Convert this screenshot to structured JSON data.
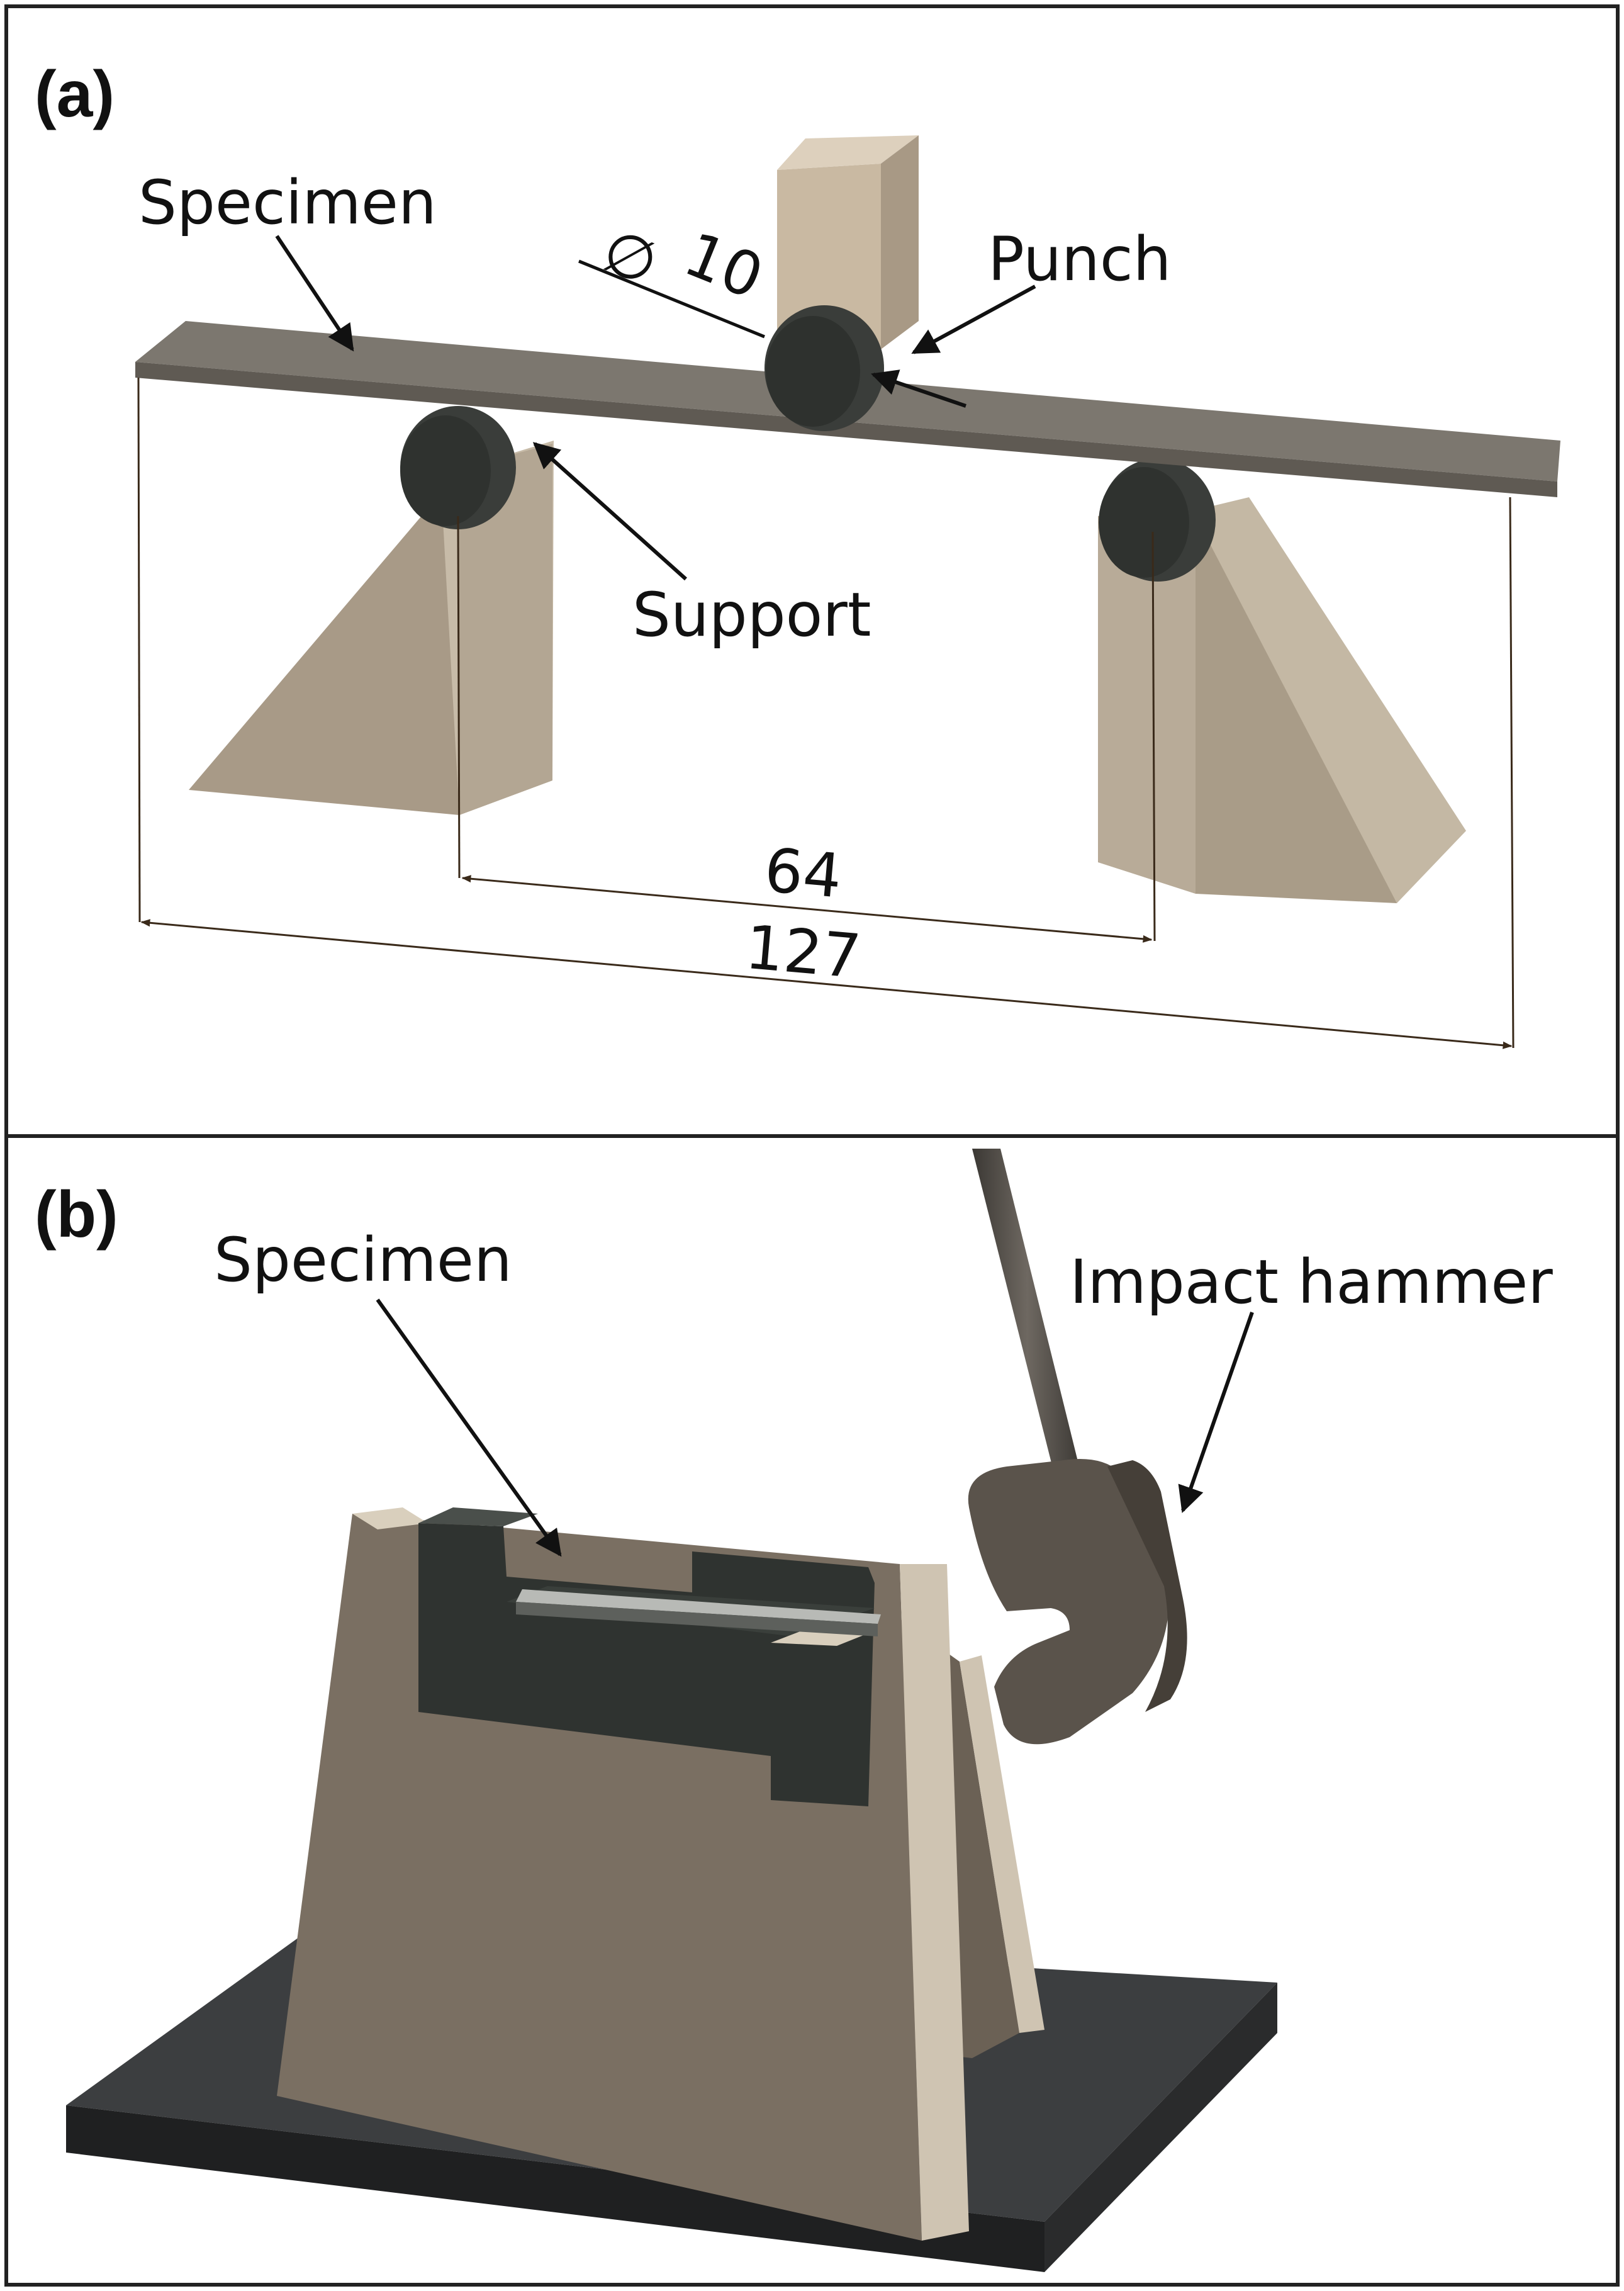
{
  "panel_a": {
    "label": "(a)",
    "callouts": {
      "specimen": "Specimen",
      "punch": "Punch",
      "support": "Support",
      "punch_diameter": "10",
      "diameter_symbol": "∅"
    },
    "dimensions": {
      "support_span": "64",
      "specimen_length": "127"
    }
  },
  "panel_b": {
    "label": "(b)",
    "callouts": {
      "specimen": "Specimen",
      "impact_hammer": "Impact hammer"
    }
  },
  "colors": {
    "frame": "#222222",
    "tan_light": "#d3c7b5",
    "tan": "#a89a87",
    "tan_dark": "#8a7c6a",
    "beam_top": "#7c776f",
    "beam_side": "#5f5a53",
    "roller": "#3a3d3a",
    "roller_dark": "#2a2d2a",
    "fixture_side": "#6b6155",
    "fixture_face": "#7a6f62",
    "fixture_light": "#cfc4b2",
    "anvil": "#2f3330",
    "anvil_top": "#4a4f4b",
    "base_top": "#3c3e40",
    "base_side": "#1f2021",
    "hammer": "#5a534b",
    "hammer_dark": "#453f38"
  }
}
